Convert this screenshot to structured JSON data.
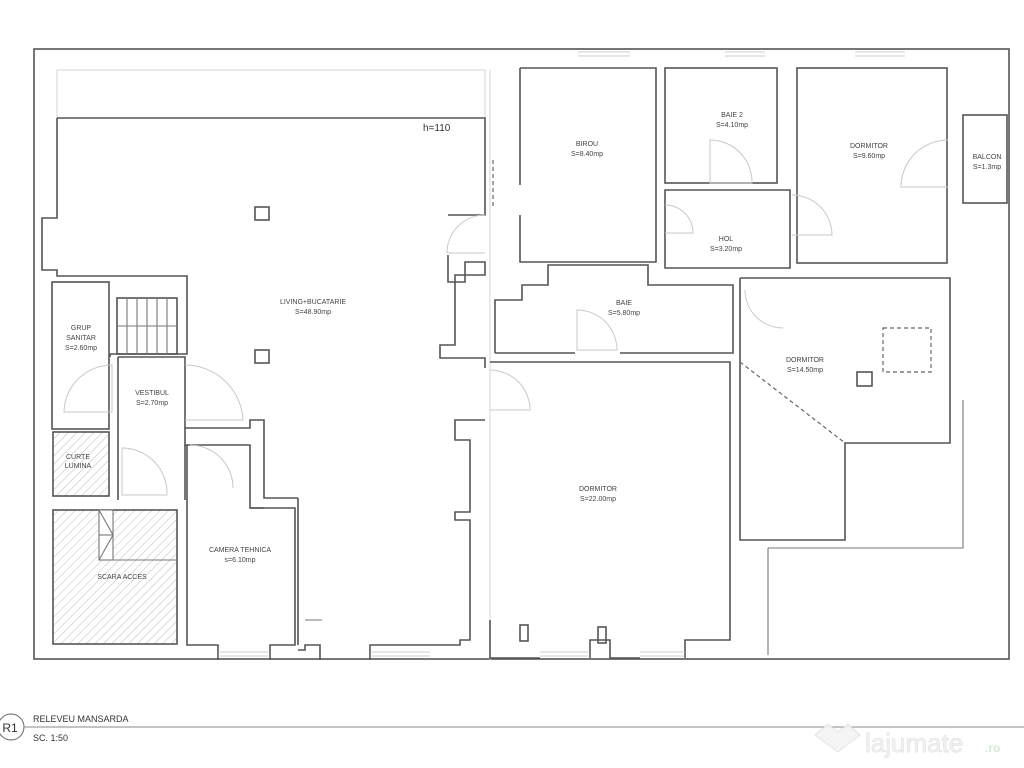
{
  "drawing": {
    "badge": "R1",
    "title": "RELEVEU MANSARDA",
    "scale": "SC. 1:50",
    "height_annotation": "h=110",
    "watermark": {
      "text": "lajumate",
      "suffix": ".ro",
      "accent": "#7ec08a"
    },
    "colors": {
      "wall": "#555555",
      "background": "#ffffff",
      "hatch": "#bdbdbd"
    }
  },
  "rooms": [
    {
      "id": "living",
      "name": "LIVING+BUCATARIE",
      "area": "S=48.90mp"
    },
    {
      "id": "birou",
      "name": "BIROU",
      "area": "S=8.40mp"
    },
    {
      "id": "baie2",
      "name": "BAIE 2",
      "area": "S=4.10mp"
    },
    {
      "id": "dormitor1",
      "name": "DORMITOR",
      "area": "S=9.60mp"
    },
    {
      "id": "balcon",
      "name": "BALCON",
      "area": "S=1.3mp"
    },
    {
      "id": "hol",
      "name": "HOL",
      "area": "S=3.20mp"
    },
    {
      "id": "baie",
      "name": "BAIE",
      "area": "S=5.80mp"
    },
    {
      "id": "dormitor2",
      "name": "DORMITOR",
      "area": "S=14.50mp"
    },
    {
      "id": "grup",
      "name": "GRUP",
      "name2": "SANITAR",
      "area": "S=2.60mp"
    },
    {
      "id": "vestibul",
      "name": "VESTIBUL",
      "area": "S=2.70mp"
    },
    {
      "id": "curte",
      "name": "CURTE",
      "name2": "LUMINA"
    },
    {
      "id": "scara",
      "name": "SCARA ACCES"
    },
    {
      "id": "camera",
      "name": "CAMERA TEHNICA",
      "area": "s=6.10mp"
    },
    {
      "id": "dormitor3",
      "name": "DORMITOR",
      "area": "S=22.00mp"
    }
  ]
}
